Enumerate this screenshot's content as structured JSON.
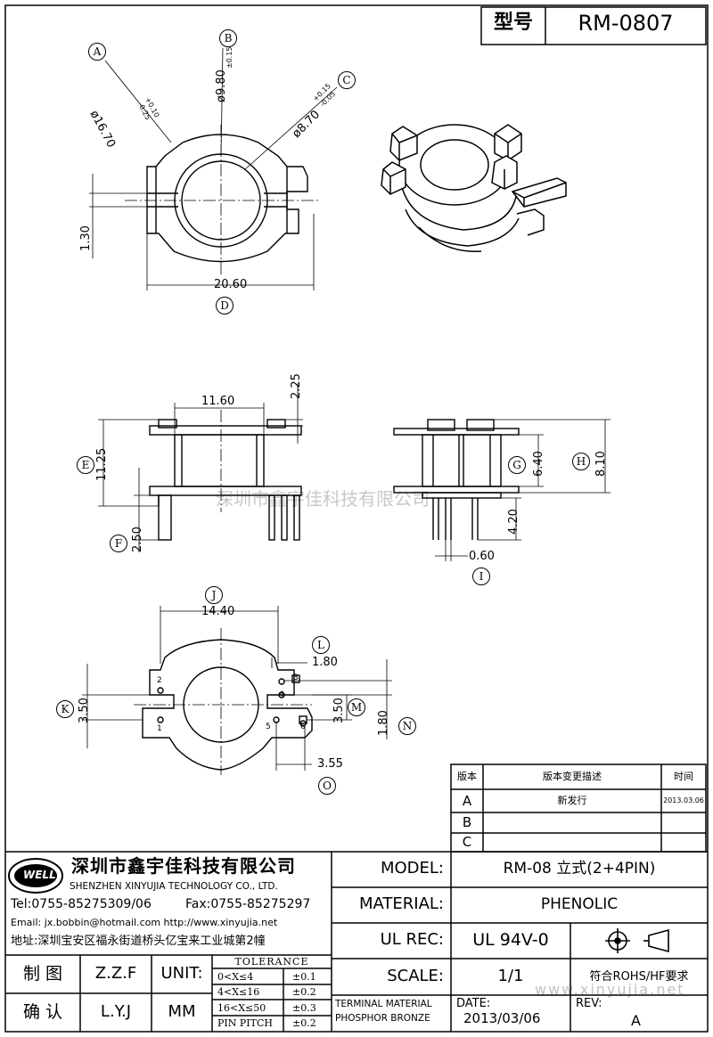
{
  "part_number": "RM-0807",
  "header_label": "型号",
  "callouts": [
    "A",
    "B",
    "C",
    "D",
    "E",
    "F",
    "G",
    "H",
    "I",
    "J",
    "K",
    "L",
    "M",
    "N",
    "O"
  ],
  "dims": {
    "dia_a": "ø16.70",
    "dia_a_tol_up": "+0.10",
    "dia_a_tol_dn": "-0.25",
    "dia_b": "ø9.80",
    "dia_b_tol": "±0.15",
    "dia_c": "ø8.70",
    "dia_c_tol_up": "+0.15",
    "dia_c_tol_dn": "-0.05",
    "d130": "1.30",
    "d2060": "20.60",
    "d1160": "11.60",
    "d225": "2.25",
    "d1125": "11.25",
    "d250": "2.50",
    "d640": "6.40",
    "d810": "8.10",
    "d420": "4.20",
    "d060": "0.60",
    "d1440": "14.40",
    "d180a": "1.80",
    "d350l": "3.50",
    "d350r": "3.50",
    "d180b": "1.80",
    "d355": "3.55"
  },
  "pins": [
    "1",
    "2",
    "3",
    "4",
    "5",
    "6"
  ],
  "watermark": "深圳市鑫宇佳科技有限公司",
  "watermark_url": "www.xinyujia.net",
  "revision": {
    "headers": [
      "版本",
      "版本变更描述",
      "时间"
    ],
    "rows": [
      {
        "rev": "A",
        "desc": "新发行",
        "date": "2013.03.06"
      },
      {
        "rev": "B",
        "desc": "",
        "date": ""
      },
      {
        "rev": "C",
        "desc": "",
        "date": ""
      }
    ]
  },
  "company": {
    "logo": "WELL",
    "name_cn": "深圳市鑫宇佳科技有限公司",
    "name_en": "SHENZHEN XINYUJIA TECHNOLOGY CO., LTD.",
    "tel": "Tel:0755-85275309/06",
    "fax": "Fax:0755-85275297",
    "email": "Email: jx.bobbin@hotmail.com http://www.xinyujia.net",
    "address": "地址:深圳宝安区福永街道桥头亿宝来工业城第2幢"
  },
  "sign": {
    "draw_label": "制 图",
    "draw_name": "Z.Z.F",
    "check_label": "确 认",
    "check_name": "L.Y.J",
    "unit_label": "UNIT:",
    "unit_value": "MM"
  },
  "tolerance": {
    "title": "TOLERANCE",
    "rows": [
      {
        "range": "0<X≤4",
        "value": "±0.1"
      },
      {
        "range": "4<X≤16",
        "value": "±0.2"
      },
      {
        "range": "16<X≤50",
        "value": "±0.3"
      },
      {
        "range": "PIN PITCH",
        "value": "±0.2"
      }
    ]
  },
  "info": {
    "model_label": "MODEL:",
    "model_value": "RM-08 立式(2+4PIN)",
    "material_label": "MATERIAL:",
    "material_value": "PHENOLIC",
    "ulrec_label": "UL REC:",
    "ulrec_value": "UL 94V-0",
    "scale_label": "SCALE:",
    "scale_value": "1/1",
    "rohs": "符合ROHS/HF要求",
    "terminal_line1": "TERMINAL MATERIAL",
    "terminal_line2": "PHOSPHOR BRONZE",
    "date_label": "DATE:",
    "date_value": "2013/03/06",
    "rev_label": "REV:",
    "rev_value": "A"
  }
}
